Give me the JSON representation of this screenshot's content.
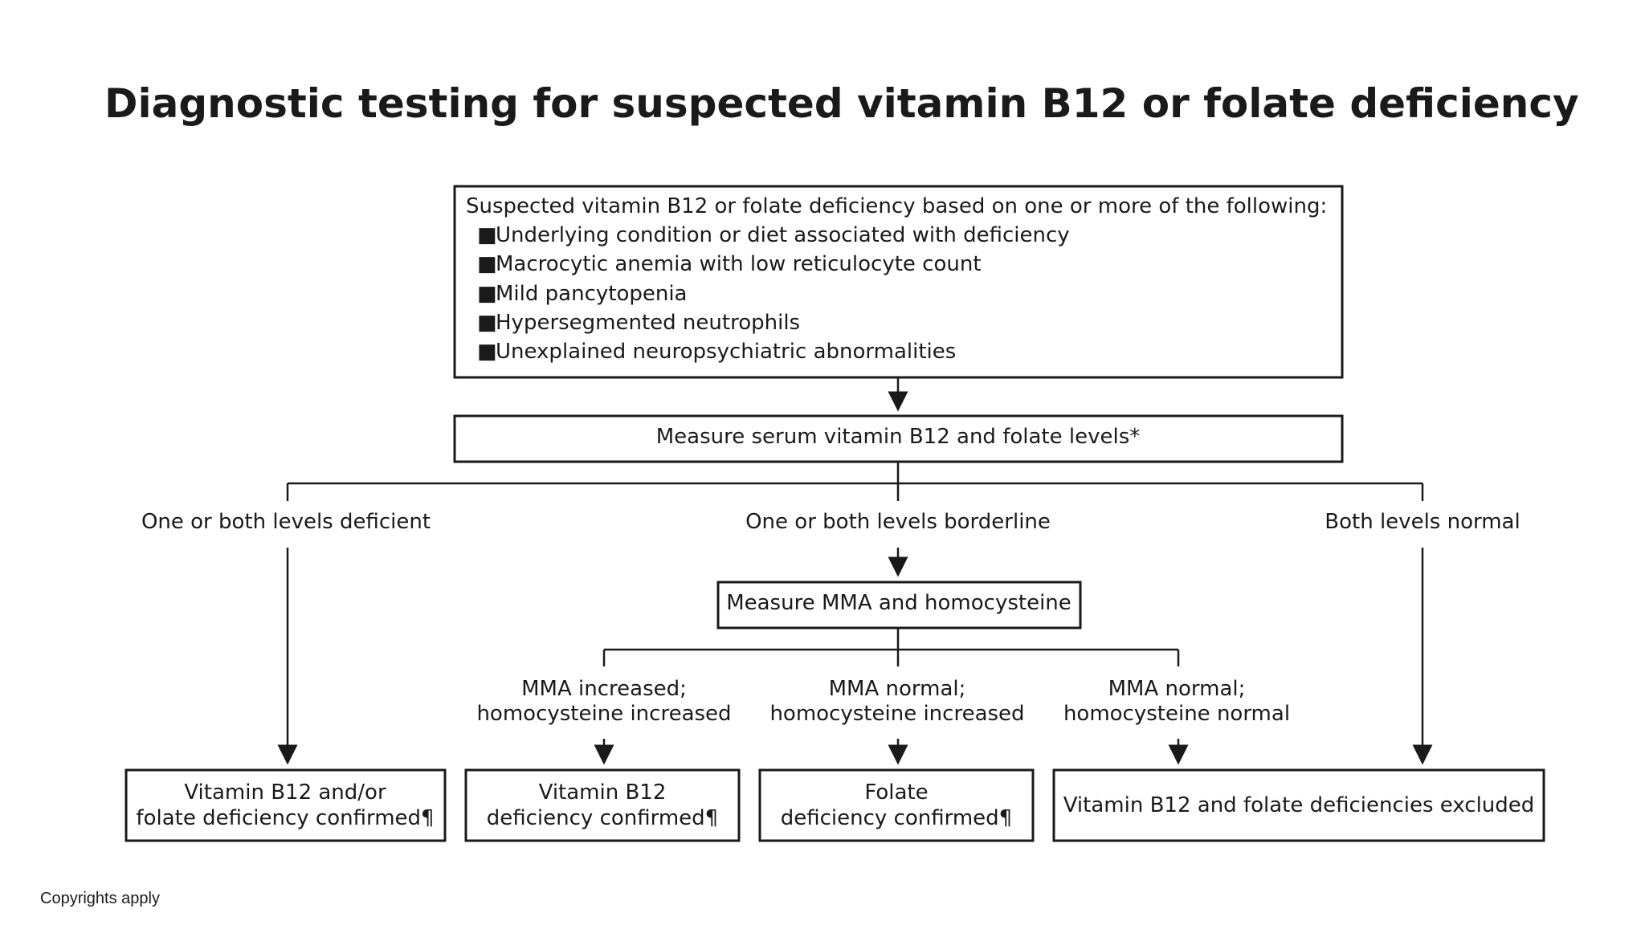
{
  "title": "Diagnostic testing for suspected vitamin B12 or folate deficiency",
  "top_box": {
    "heading": "Suspected vitamin B12 or folate deficiency based on one or more of the following:",
    "bullet": "■",
    "items": [
      "Underlying condition or diet associated with deficiency",
      "Macrocytic anemia with low reticulocyte count",
      "Mild pancytopenia",
      "Hypersegmented neutrophils",
      "Unexplained neuropsychiatric abnormalities"
    ]
  },
  "measure_serum": "Measure serum vitamin B12 and folate levels*",
  "branches": {
    "deficient": "One or both levels deficient",
    "borderline": "One or both levels borderline",
    "normal": "Both levels normal"
  },
  "measure_mma": "Measure MMA and homocysteine",
  "mma_branches": {
    "b12": [
      "MMA increased;",
      "homocysteine increased"
    ],
    "folate": [
      "MMA normal;",
      "homocysteine increased"
    ],
    "none": [
      "MMA normal;",
      "homocysteine normal"
    ]
  },
  "outcomes": {
    "either": [
      "Vitamin B12 and/or",
      "folate deficiency confirmed¶"
    ],
    "b12": [
      "Vitamin B12",
      "deficiency confirmed¶"
    ],
    "folate": [
      "Folate",
      "deficiency confirmed¶"
    ],
    "excluded": "Vitamin B12 and folate deficiencies excluded"
  },
  "copyright": "Copyrights apply"
}
